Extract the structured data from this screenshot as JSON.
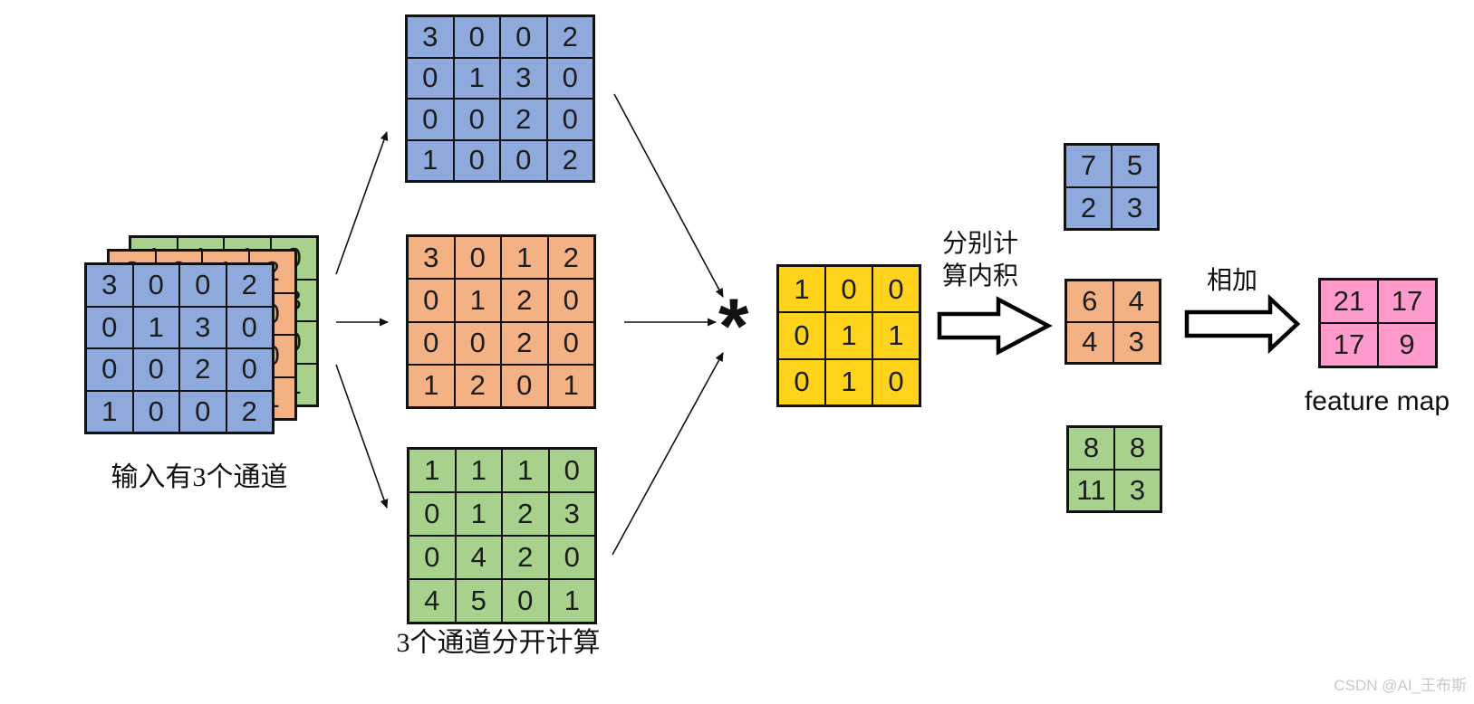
{
  "colors": {
    "blue": "#8EA9DB",
    "orange": "#F4B183",
    "green": "#A9D18E",
    "yellow": "#FFD21C",
    "pink": "#FF9BCC"
  },
  "input": {
    "label": "输入有3个通道"
  },
  "channels": {
    "label": "3个通道分开计算",
    "matrices": [
      {
        "id": "blue",
        "values": [
          [
            3,
            0,
            0,
            2
          ],
          [
            0,
            1,
            3,
            0
          ],
          [
            0,
            0,
            2,
            0
          ],
          [
            1,
            0,
            0,
            2
          ]
        ]
      },
      {
        "id": "orange",
        "values": [
          [
            3,
            0,
            1,
            2
          ],
          [
            0,
            1,
            2,
            0
          ],
          [
            0,
            0,
            2,
            0
          ],
          [
            1,
            2,
            0,
            1
          ]
        ]
      },
      {
        "id": "green",
        "values": [
          [
            1,
            1,
            1,
            0
          ],
          [
            0,
            1,
            2,
            3
          ],
          [
            0,
            4,
            2,
            0
          ],
          [
            4,
            5,
            0,
            1
          ]
        ]
      }
    ]
  },
  "operator": "*",
  "kernel": {
    "values": [
      [
        1,
        0,
        0
      ],
      [
        0,
        1,
        1
      ],
      [
        0,
        1,
        0
      ]
    ]
  },
  "labels": {
    "step1_line1": "分别计",
    "step1_line2": "算内积",
    "step2": "相加",
    "feature_map_caption": "feature map"
  },
  "partial_results": [
    {
      "id": "blue",
      "values": [
        [
          7,
          5
        ],
        [
          2,
          3
        ]
      ]
    },
    {
      "id": "orange",
      "values": [
        [
          6,
          4
        ],
        [
          4,
          3
        ]
      ]
    },
    {
      "id": "green",
      "values": [
        [
          8,
          8
        ],
        [
          11,
          3
        ]
      ]
    }
  ],
  "feature_map": {
    "values": [
      [
        21,
        17
      ],
      [
        17,
        9
      ]
    ]
  },
  "watermark": "CSDN @AI_王布斯"
}
